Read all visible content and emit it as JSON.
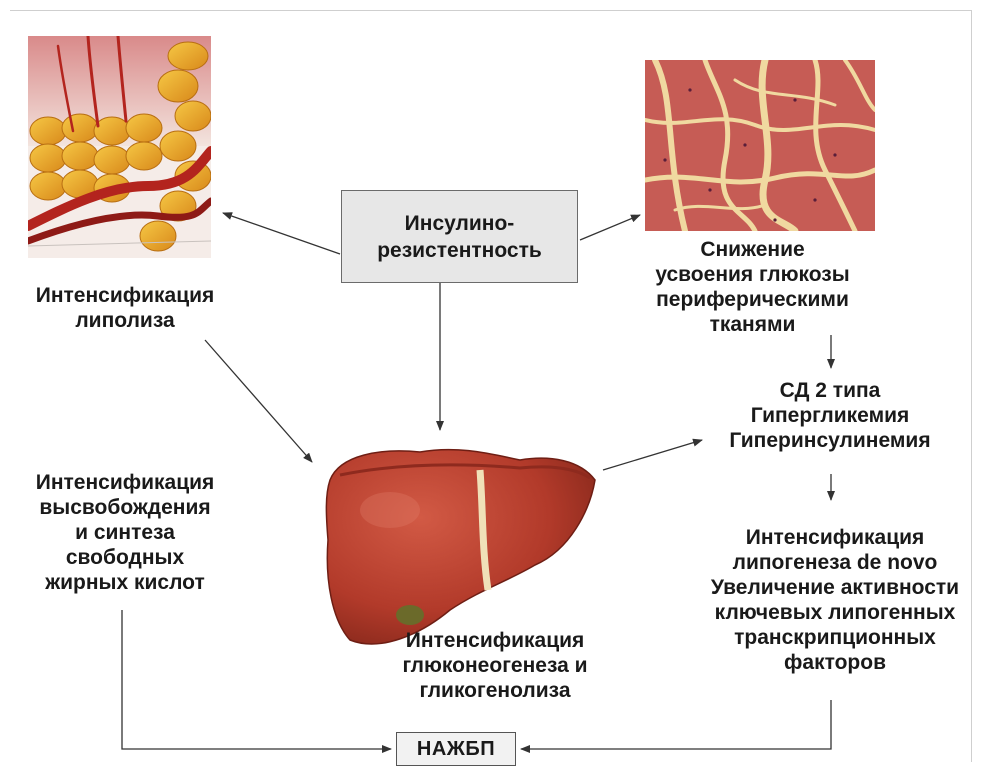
{
  "center_box": {
    "text": "Инсулино-\nрезистентность"
  },
  "left_top_label": {
    "text": "Интенсификация\nлиполиза"
  },
  "left_bottom_label": {
    "text": "Интенсификация\nвысвобождения\nи синтеза\nсвободных\nжирных кислот"
  },
  "right_top_label": {
    "text": "Снижение\nусвоения глюкозы\nпериферическими\nтканями"
  },
  "right_mid_label": {
    "text": "СД 2 типа\nГипергликемия\nГиперинсулинемия"
  },
  "right_bottom_label": {
    "text": "Интенсификация\nлипогенеза de novo\nУвеличение активности\nключевых липогенных\nтранскрипционных\nфакторов"
  },
  "liver_label": {
    "text": "Интенсификация\nглюконеогенеза и\nгликогенолиза"
  },
  "outcome_box": {
    "text": "НАЖБП"
  },
  "colors": {
    "fat_yellow": "#e8a81c",
    "vessel_red": "#b3241e",
    "muscle_pink": "#c9645e",
    "liver_red": "#b23a2a",
    "box_fill": "#e7e7e7"
  },
  "images": {
    "adipose": "adipose-tissue-illustration",
    "muscle": "muscle-tissue-micrograph",
    "liver": "liver-illustration"
  }
}
